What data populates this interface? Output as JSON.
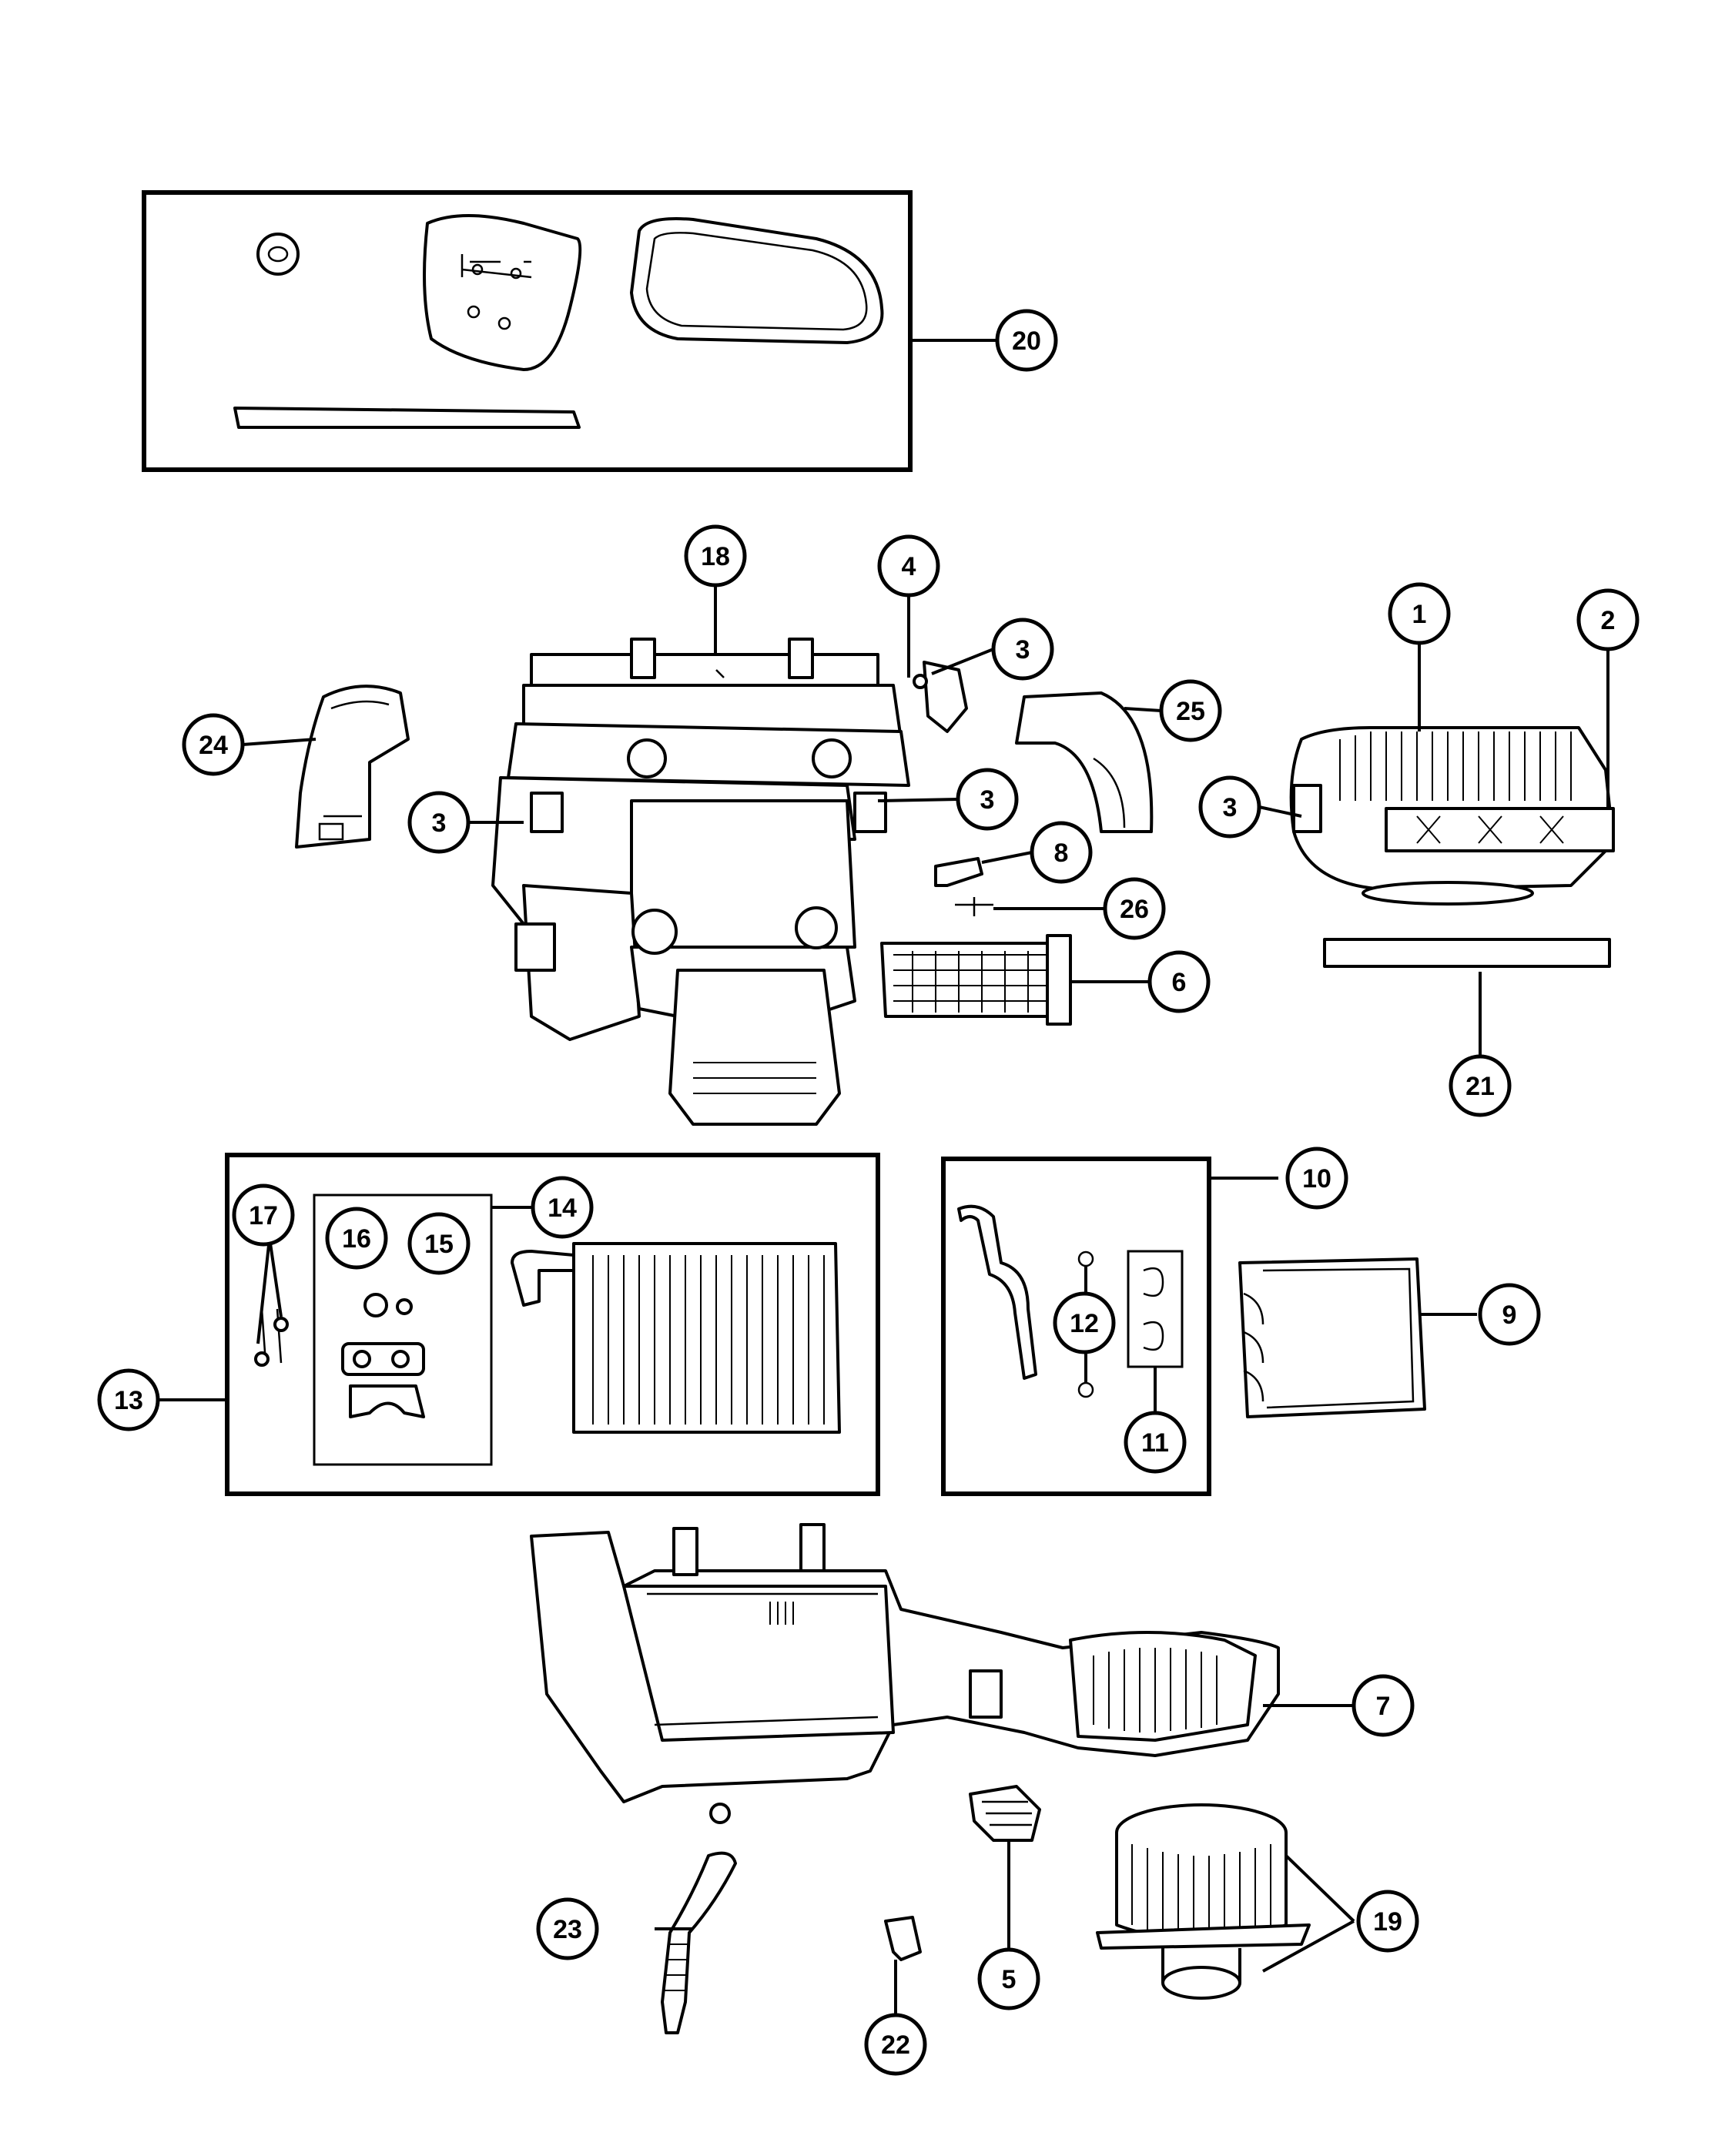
{
  "callouts": [
    {
      "id": "c20a",
      "label": "20"
    },
    {
      "id": "c18",
      "label": "18"
    },
    {
      "id": "c4",
      "label": "4"
    },
    {
      "id": "c3a",
      "label": "3"
    },
    {
      "id": "c25",
      "label": "25"
    },
    {
      "id": "c1",
      "label": "1"
    },
    {
      "id": "c2",
      "label": "2"
    },
    {
      "id": "c24",
      "label": "24"
    },
    {
      "id": "c3b",
      "label": "3"
    },
    {
      "id": "c3c",
      "label": "3"
    },
    {
      "id": "c3d",
      "label": "3"
    },
    {
      "id": "c8",
      "label": "8"
    },
    {
      "id": "c26",
      "label": "26"
    },
    {
      "id": "c6",
      "label": "6"
    },
    {
      "id": "c21",
      "label": "21"
    },
    {
      "id": "c17",
      "label": "17"
    },
    {
      "id": "c16",
      "label": "16"
    },
    {
      "id": "c15",
      "label": "15"
    },
    {
      "id": "c14",
      "label": "14"
    },
    {
      "id": "c13",
      "label": "13"
    },
    {
      "id": "c10",
      "label": "10"
    },
    {
      "id": "c12",
      "label": "12"
    },
    {
      "id": "c11",
      "label": "11"
    },
    {
      "id": "c9",
      "label": "9"
    },
    {
      "id": "c7",
      "label": "7"
    },
    {
      "id": "c23",
      "label": "23"
    },
    {
      "id": "c5",
      "label": "5"
    },
    {
      "id": "c19",
      "label": "19"
    },
    {
      "id": "c22",
      "label": "22"
    }
  ]
}
